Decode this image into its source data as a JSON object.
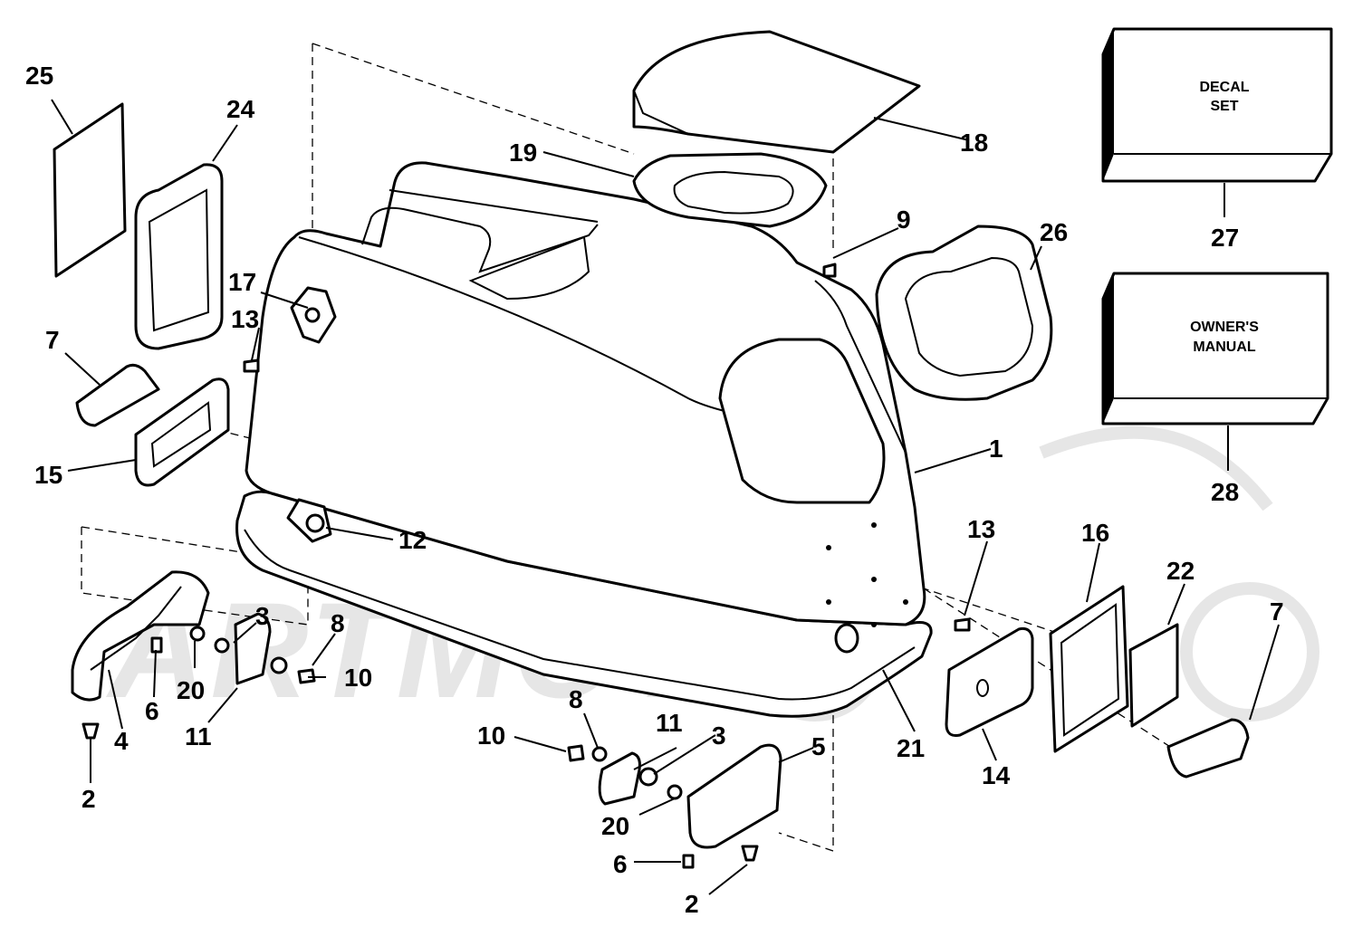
{
  "diagram": {
    "watermark": "ARTMOTO",
    "boxes": {
      "decal_set": [
        "DECAL",
        "SET"
      ],
      "owners_manual": [
        "OWNER'S",
        "MANUAL"
      ]
    },
    "callouts": {
      "c1": "1",
      "c2a": "2",
      "c2b": "2",
      "c3a": "3",
      "c3b": "3",
      "c4": "4",
      "c5": "5",
      "c6a": "6",
      "c6b": "6",
      "c7a": "7",
      "c7b": "7",
      "c8a": "8",
      "c8b": "8",
      "c9": "9",
      "c10a": "10",
      "c10b": "10",
      "c11a": "11",
      "c11b": "11",
      "c12": "12",
      "c13a": "13",
      "c13b": "13",
      "c14": "14",
      "c15": "15",
      "c16": "16",
      "c17": "17",
      "c18": "18",
      "c19": "19",
      "c20a": "20",
      "c20b": "20",
      "c21": "21",
      "c22": "22",
      "c24": "24",
      "c25": "25",
      "c26": "26",
      "c27": "27",
      "c28": "28"
    }
  }
}
